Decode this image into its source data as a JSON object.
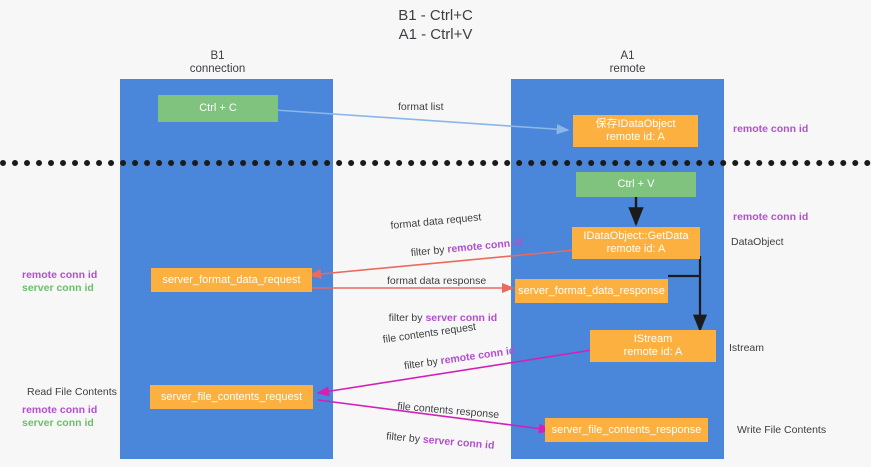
{
  "title": "B1 - Ctrl+C\nA1 - Ctrl+V",
  "columns": [
    {
      "name": "b1",
      "label": "B1\nconnection"
    },
    {
      "name": "a1",
      "label": "A1\nremote"
    }
  ],
  "boxes": [
    {
      "name": "ctrl-c-box",
      "label": "Ctrl + C",
      "color": "#7fc37f"
    },
    {
      "name": "idataobject-box",
      "label": "保存IDataObject\nremote id: A",
      "color": "#fbb040"
    },
    {
      "name": "ctrl-v-box",
      "label": "Ctrl + V",
      "color": "#7fc37f"
    },
    {
      "name": "idataobject-getdata-box",
      "label": "IDataObject::GetData\nremote id: A",
      "color": "#fbb040"
    },
    {
      "name": "server-format-data-request-box",
      "label": "server_format_data_request",
      "color": "#fbb040"
    },
    {
      "name": "server-format-data-response-box",
      "label": "server_format_data_response",
      "color": "#fbb040"
    },
    {
      "name": "istream-box",
      "label": "IStream\nremote id: A",
      "color": "#fbb040"
    },
    {
      "name": "server-file-contents-request-box",
      "label": "server_file_contents_request",
      "color": "#fbb040"
    },
    {
      "name": "server-file-contents-response-box",
      "label": "server_file_contents_response",
      "color": "#fbb040"
    }
  ],
  "edge_labels": {
    "format_list": "format list",
    "format_data_request": "format data request",
    "format_data_response": "format data response",
    "file_contents_request": "file contents request",
    "file_contents_response": "file contents response",
    "filter_by": "filter by ",
    "remote_conn_id": "remote conn id",
    "server_conn_id": "server conn id"
  },
  "side_labels": {
    "remote_conn_id_top": "remote conn id",
    "remote_conn_id_mid": "remote conn id",
    "dataobject": "DataObject",
    "istream": "Istream",
    "write_file_contents": "Write File Contents",
    "read_file_contents": "Read File Contents",
    "left_remote_conn_id": "remote conn id",
    "left_server_conn_id": "server conn id",
    "left_remote_conn_id_2": "remote conn id",
    "left_server_conn_id_2": "server conn id"
  },
  "colors": {
    "lane": "#4a86d9",
    "green_box": "#7fc37f",
    "orange_box": "#fbb040",
    "purple": "#b24fd0",
    "green_text": "#6bbf6b",
    "blue_arrow": "#8ab7e8",
    "red_arrow": "#ea6a5e",
    "magenta_arrow": "#d321b8",
    "black_arrow": "#1b1b1b",
    "divider": "#1b1b1b",
    "background": "#f7f7f7"
  }
}
